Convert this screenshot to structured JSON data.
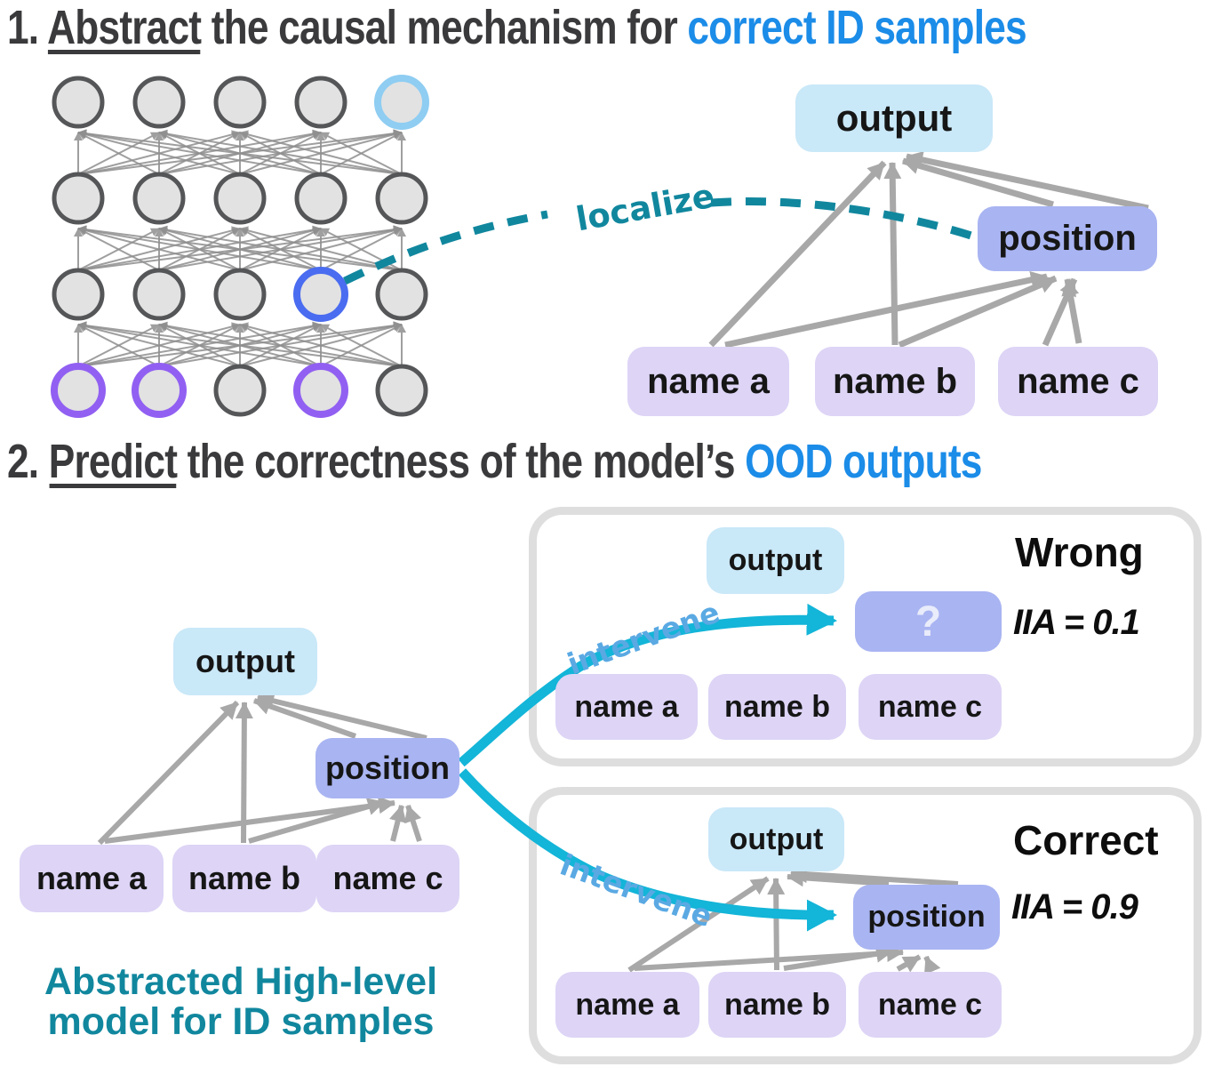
{
  "colors": {
    "title_dark": "#3a3a3c",
    "title_blue": "#1b8ce8",
    "teal": "#11879e",
    "cyan": "#13b5d8",
    "intervene_blue": "#5aa9e3",
    "box_output": "#c9e8f8",
    "box_position": "#a9b4f2",
    "box_name": "#ddd4f6",
    "edge_gray": "#a8a8a8",
    "node_fill": "#e2e2e2",
    "node_stroke": "#555658",
    "ring_lightblue": "#8fcdf2",
    "ring_blue": "#4a6cf0",
    "ring_purple": "#9160f2",
    "card_border": "#dedede",
    "qmark": "#e9ecfa"
  },
  "section1": {
    "title_number": "1. ",
    "title_verb": "Abstract",
    "title_rest": " the causal mechanism for ",
    "title_highlight": "correct ID samples",
    "localize_label": "localize",
    "graph": {
      "output_label": "output",
      "position_label": "position",
      "names": [
        "name a",
        "name b",
        "name c"
      ]
    }
  },
  "section2": {
    "title_number": "2. ",
    "title_verb": "Predict",
    "title_rest": " the correctness of the model’s ",
    "title_highlight": "OOD outputs",
    "abstract_model": {
      "output_label": "output",
      "position_label": "position",
      "names": [
        "name a",
        "name b",
        "name c"
      ],
      "caption_line1": "Abstracted High-level",
      "caption_line2": "model for ID samples"
    },
    "cards": [
      {
        "verdict": "Wrong",
        "iia_label": "IIA = 0.1",
        "intervene_label": "intervene",
        "output_label": "output",
        "intervened_label": "?",
        "names": [
          "name a",
          "name b",
          "name c"
        ]
      },
      {
        "verdict": "Correct",
        "iia_label": "IIA = 0.9",
        "intervene_label": "intervene",
        "output_label": "output",
        "intervened_label": "position",
        "names": [
          "name a",
          "name b",
          "name c"
        ]
      }
    ]
  }
}
